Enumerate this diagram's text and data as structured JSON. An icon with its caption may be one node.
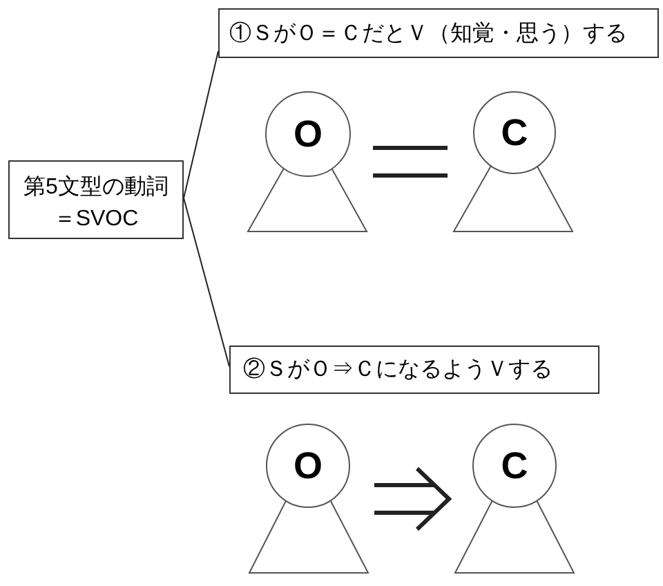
{
  "diagram": {
    "nodes": [
      {
        "text": [
          "第5文型の動詞＝SVOC"
        ]
      },
      {
        "text": [
          "①ＳがＯ＝ＣだとＶ（知覚・思う）する"
        ]
      },
      {
        "text": [
          "O"
        ]
      },
      {
        "text": [
          "C"
        ]
      },
      {
        "text": [
          "②ＳがＯ⇒ＣになるようＶする"
        ]
      },
      {
        "text": [
          "O"
        ]
      },
      {
        "text": [
          "C"
        ]
      }
    ],
    "edges": [
      {
        "from": 0,
        "to": 1,
        "arrow": "none"
      },
      {
        "from": 0,
        "to": 4,
        "arrow": "none"
      },
      {
        "from": 2,
        "to": 3,
        "arrow": "none",
        "style": "thick"
      },
      {
        "from": 5,
        "to": 6,
        "arrow": "to",
        "style": "thick"
      }
    ]
  }
}
